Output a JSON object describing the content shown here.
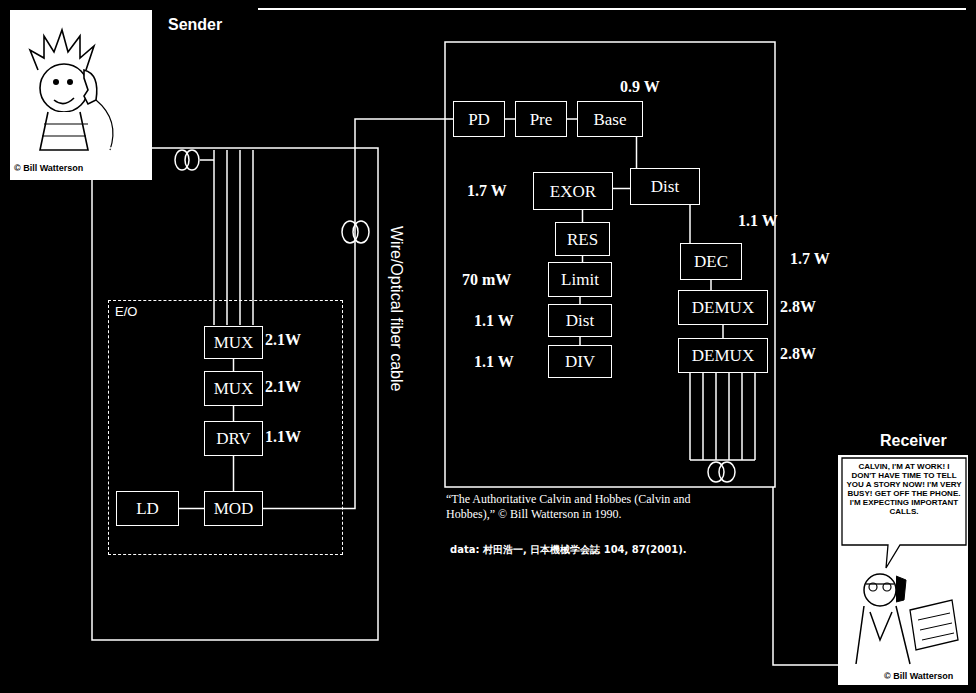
{
  "diagram": {
    "nodes": [
      {
        "text": [
          "E/O"
        ]
      },
      {
        "text": [
          "MUX"
        ],
        "in": 0
      },
      {
        "text": [
          "MUX"
        ],
        "in": 0
      },
      {
        "text": [
          "DRV"
        ],
        "in": 0
      },
      {
        "text": [
          "LD"
        ],
        "in": 0
      },
      {
        "text": [
          "MOD"
        ],
        "in": 0
      },
      {
        "text": [
          "PD"
        ]
      },
      {
        "text": [
          "Pre"
        ]
      },
      {
        "text": [
          "Base"
        ]
      },
      {
        "text": [
          "EXOR"
        ]
      },
      {
        "text": [
          "Dist"
        ]
      },
      {
        "text": [
          "RES"
        ]
      },
      {
        "text": [
          "DEC"
        ]
      },
      {
        "text": [
          "Limit"
        ]
      },
      {
        "text": [
          "DEMUX"
        ]
      },
      {
        "text": [
          "Dist"
        ]
      },
      {
        "text": [
          "DEMUX"
        ]
      },
      {
        "text": [
          "DIV"
        ]
      }
    ],
    "edges": [
      {
        "from": 1,
        "to": 2,
        "arrow": "none"
      },
      {
        "from": 2,
        "to": 3,
        "arrow": "none"
      },
      {
        "from": 3,
        "to": 5,
        "arrow": "none"
      },
      {
        "from": 4,
        "to": 5,
        "arrow": "none"
      },
      {
        "from": 5,
        "to": 6,
        "arrow": "none"
      },
      {
        "from": 6,
        "to": 7,
        "arrow": "none"
      },
      {
        "from": 7,
        "to": 8,
        "arrow": "none"
      },
      {
        "from": 8,
        "to": 10,
        "arrow": "none"
      },
      {
        "from": 10,
        "to": 9,
        "arrow": "none"
      },
      {
        "from": 10,
        "to": 12,
        "arrow": "none"
      },
      {
        "from": 9,
        "to": 11,
        "arrow": "none"
      },
      {
        "from": 11,
        "to": 13,
        "arrow": "none"
      },
      {
        "from": 13,
        "to": 15,
        "arrow": "none"
      },
      {
        "from": 15,
        "to": 17,
        "arrow": "none"
      },
      {
        "from": 12,
        "to": 14,
        "arrow": "none"
      },
      {
        "from": 14,
        "to": 16,
        "arrow": "none"
      }
    ],
    "labels": [
      "© Bill Watterson",
      "Sender",
      "2.1W",
      "2.1W",
      "1.1W",
      "Wire/Optical fiber cable",
      "0.9 W",
      "1.7 W",
      "1.1 W",
      "1.7 W",
      "70 mW",
      "2.8W",
      "1.1 W",
      "2.8W",
      "1.1 W",
      "Receiver",
      "CALVIN, I'M AT WORK! I DON'T HAVE TIME TO TELL YOU A STORY NOW! I'M VERY BUSY! GET OFF THE PHONE. I'M EXPECTING IMPORTANT CALLS.",
      "© Bill Watterson",
      "“The Authoritative Calvin and Hobbes (Calvin and Hobbes),” © Bill Watterson in 1990.",
      "data: 村田浩一, 日本機械学会誌 104, 87(2001)."
    ]
  }
}
